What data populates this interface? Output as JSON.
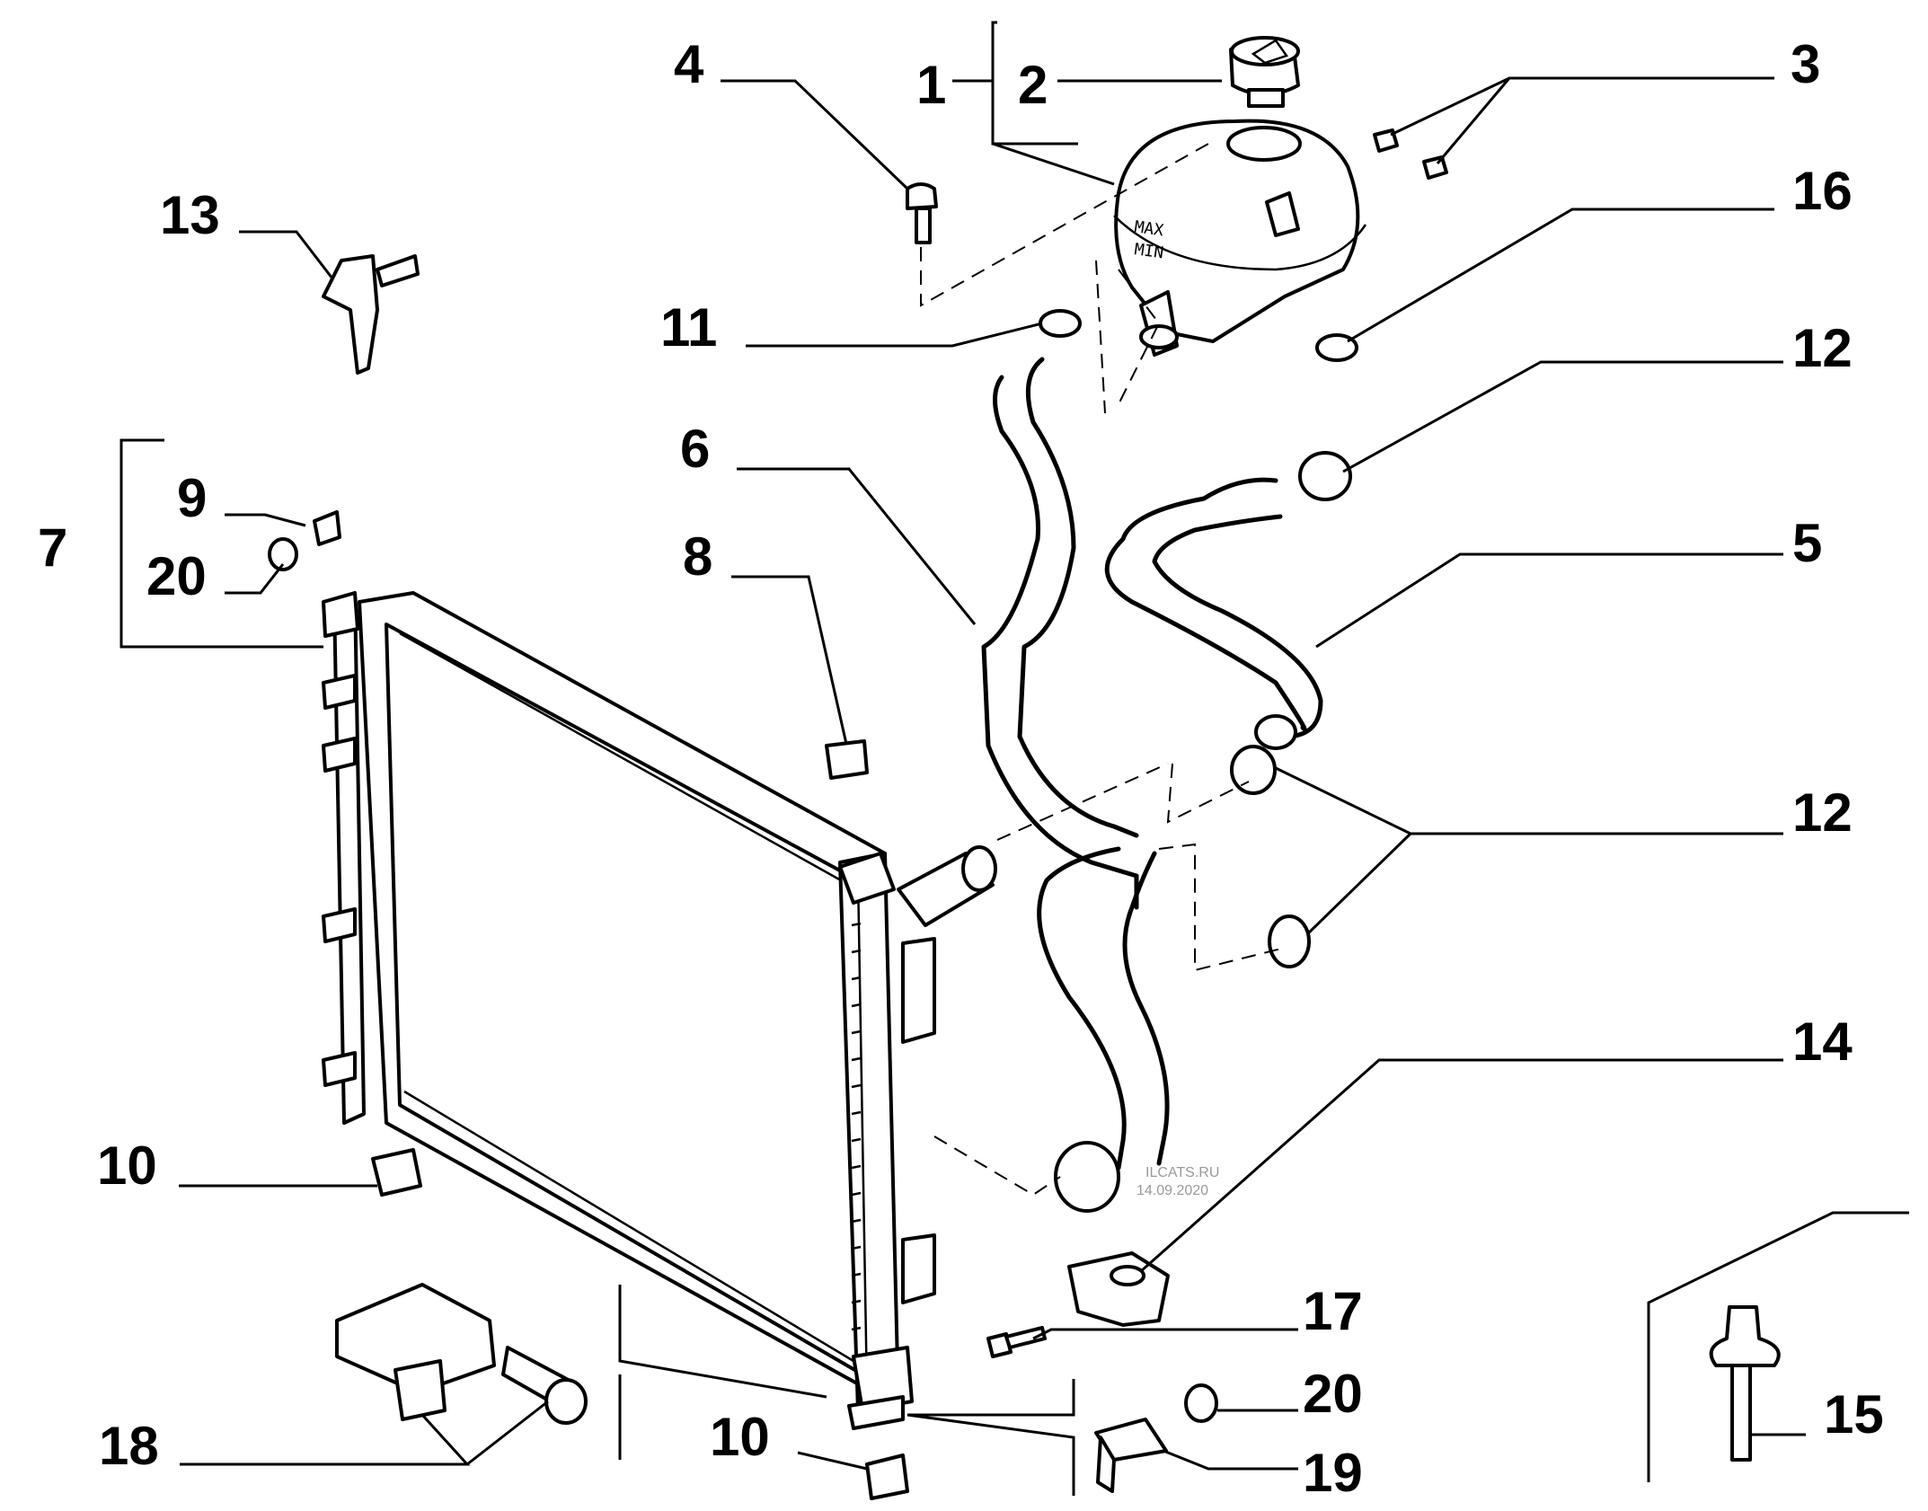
{
  "callouts": {
    "n1": "1",
    "n2": "2",
    "n3": "3",
    "n4": "4",
    "n5": "5",
    "n6": "6",
    "n7": "7",
    "n8": "8",
    "n9": "9",
    "n10a": "10",
    "n10b": "10",
    "n11": "11",
    "n12a": "12",
    "n12b": "12",
    "n13": "13",
    "n14": "14",
    "n15": "15",
    "n16": "16",
    "n17": "17",
    "n18": "18",
    "n19": "19",
    "n20a": "20",
    "n20b": "20"
  },
  "tank_markings": {
    "max": "MAX",
    "min": "MIN"
  },
  "watermark": {
    "line1": "ILCATS.RU",
    "line2": "14.09.2020"
  }
}
